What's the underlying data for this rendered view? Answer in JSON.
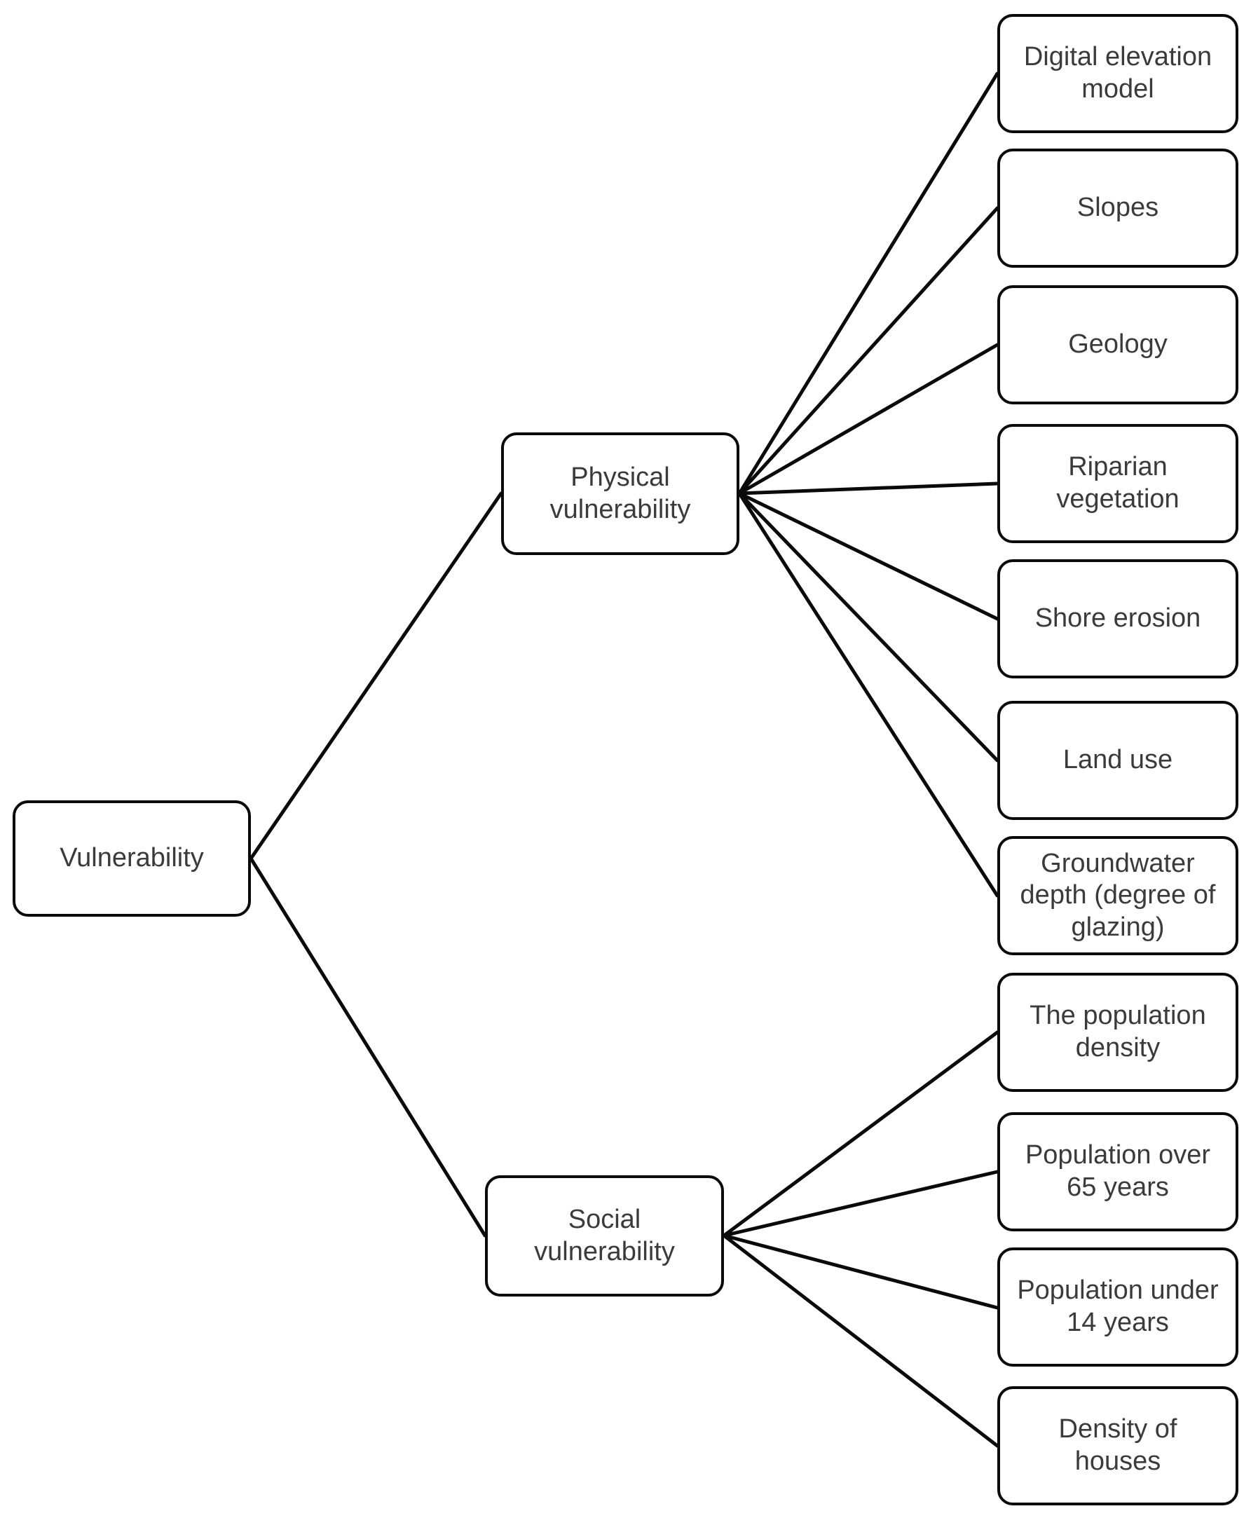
{
  "diagram": {
    "root": {
      "label": "Vulnerability"
    },
    "branches": [
      {
        "label": "Physical vulnerability",
        "children": [
          "Digital elevation model",
          "Slopes",
          "Geology",
          "Riparian vegetation",
          "Shore erosion",
          "Land use",
          "Groundwater depth (degree of glazing)"
        ]
      },
      {
        "label": "Social vulnerability",
        "children": [
          "The population density",
          "Population over 65 years",
          "Population under 14 years",
          "Density of houses"
        ]
      }
    ],
    "colors": {
      "background": "#ffffff",
      "box_border": "#0a0a0a",
      "connector": "#0a0a0a",
      "text": "#3b3b3b"
    }
  }
}
